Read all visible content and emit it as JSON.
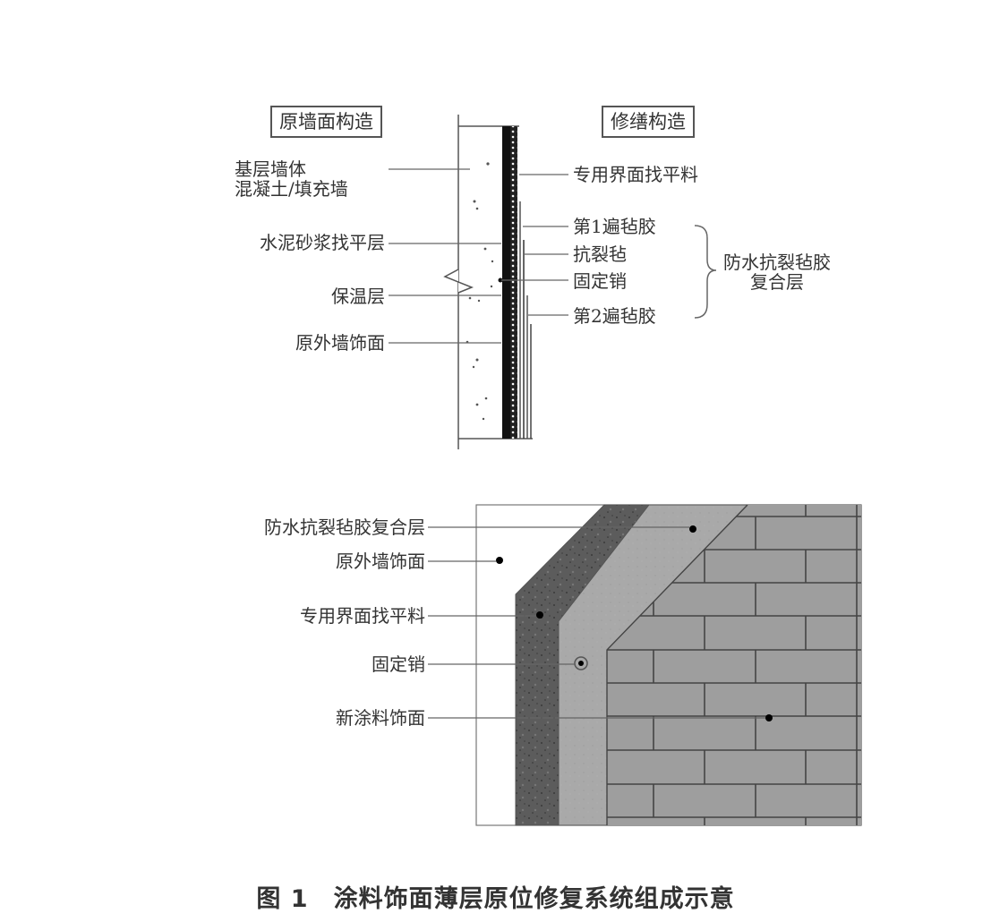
{
  "figure": {
    "caption_number": "图 1",
    "caption_text": "涂料饰面薄层原位修复系统组成示意"
  },
  "section_diagram": {
    "left_title": "原墙面构造",
    "right_title": "修缮构造",
    "left_labels": [
      {
        "line1": "基层墙体",
        "line2": "混凝土/填充墙"
      },
      {
        "line1": "水泥砂浆找平层"
      },
      {
        "line1": "保温层"
      },
      {
        "line1": "原外墙饰面"
      }
    ],
    "right_labels": [
      "专用界面找平料",
      "第1遍毡胶",
      "抗裂毡",
      "固定销",
      "第2遍毡胶"
    ],
    "brace_label_line1": "防水抗裂毡胶",
    "brace_label_line2": "复合层"
  },
  "perspective_diagram": {
    "labels": [
      "防水抗裂毡胶复合层",
      "原外墙饰面",
      "专用界面找平料",
      "固定销",
      "新涂料饰面"
    ]
  },
  "colors": {
    "line": "#555555",
    "dark_layer": "#5a5a5a",
    "mid_layer": "#a8a8a8",
    "brick": "#9e9e9e",
    "mortar": "#444444"
  }
}
